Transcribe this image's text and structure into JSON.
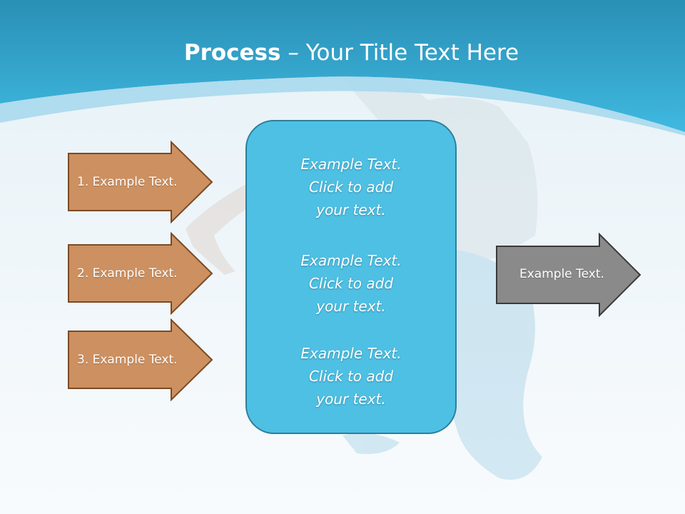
{
  "title": {
    "bold": "Process",
    "rest": " – Your Title Text Here"
  },
  "inputs": [
    {
      "label": "1. Example Text."
    },
    {
      "label": "2. Example Text."
    },
    {
      "label": "3. Example Text."
    }
  ],
  "center": {
    "blocks": [
      {
        "line1": "Example Text.",
        "line2": "Click  to add",
        "line3": "your text."
      },
      {
        "line1": "Example Text.",
        "line2": "Click  to add",
        "line3": "your text."
      },
      {
        "line1": "Example Text.",
        "line2": "Click  to add",
        "line3": "your text."
      }
    ]
  },
  "output": {
    "label": "Example Text."
  },
  "colors": {
    "header_top": "#2a93b8",
    "header_bottom": "#3db7de",
    "input_arrow_fill": "#cd9060",
    "input_arrow_border": "#7a4a25",
    "center_fill": "#4ec0e4",
    "output_arrow_fill": "#8a8a8a",
    "output_arrow_border": "#3a3a3a"
  }
}
